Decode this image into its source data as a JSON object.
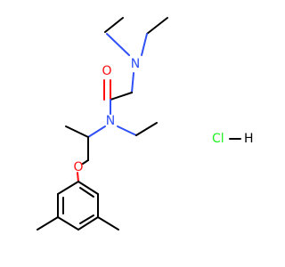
{
  "atoms": {
    "amine_n": {
      "label": "N",
      "color": "#3050f8"
    },
    "amide_n": {
      "label": "N",
      "color": "#3050f8"
    },
    "carbonyl_o": {
      "label": "O",
      "color": "#ff0d0d"
    },
    "ether_o": {
      "label": "O",
      "color": "#ff0d0d"
    }
  },
  "salt": {
    "cl_label": "Cl",
    "h_label": "H",
    "cl_color": "#1ff01f",
    "h_color": "#000000"
  }
}
